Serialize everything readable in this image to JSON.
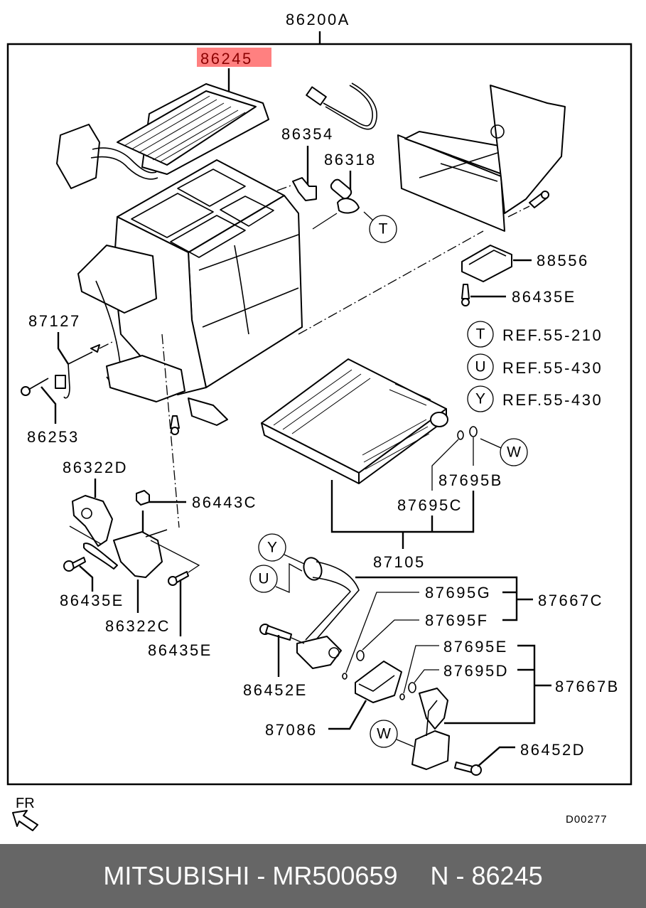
{
  "diagram": {
    "assembly_label": "86200A",
    "highlighted_part": "86245",
    "highlight_color": "#ff8080",
    "highlight_text_color": "#8b0000",
    "part_labels": {
      "p86354": "86354",
      "p86318": "86318",
      "p88556": "88556",
      "p86435E_top": "86435E",
      "p87127": "87127",
      "p86253": "86253",
      "p86322D": "86322D",
      "p86443C": "86443C",
      "p86435E_left": "86435E",
      "p86322C": "86322C",
      "p86435E_bottom": "86435E",
      "p87695B": "87695B",
      "p87695C": "87695C",
      "p87105": "87105",
      "p87695G": "87695G",
      "p87695F": "87695F",
      "p87667C": "87667C",
      "p87695E": "87695E",
      "p87695D": "87695D",
      "p87667B": "87667B",
      "p86452E": "86452E",
      "p87086": "87086",
      "p86452D": "86452D"
    },
    "references": [
      {
        "letter": "T",
        "text": "REF.55-210"
      },
      {
        "letter": "U",
        "text": "REF.55-430"
      },
      {
        "letter": "Y",
        "text": "REF.55-430"
      }
    ],
    "markers": {
      "t": "T",
      "w_upper": "W",
      "y": "Y",
      "u": "U",
      "w_lower": "W"
    },
    "direction_label": "FR",
    "drawing_code": "D00277"
  },
  "footer": {
    "brand_part": "MITSUBISHI - MR500659",
    "diagram_ref": "N - 86245"
  }
}
